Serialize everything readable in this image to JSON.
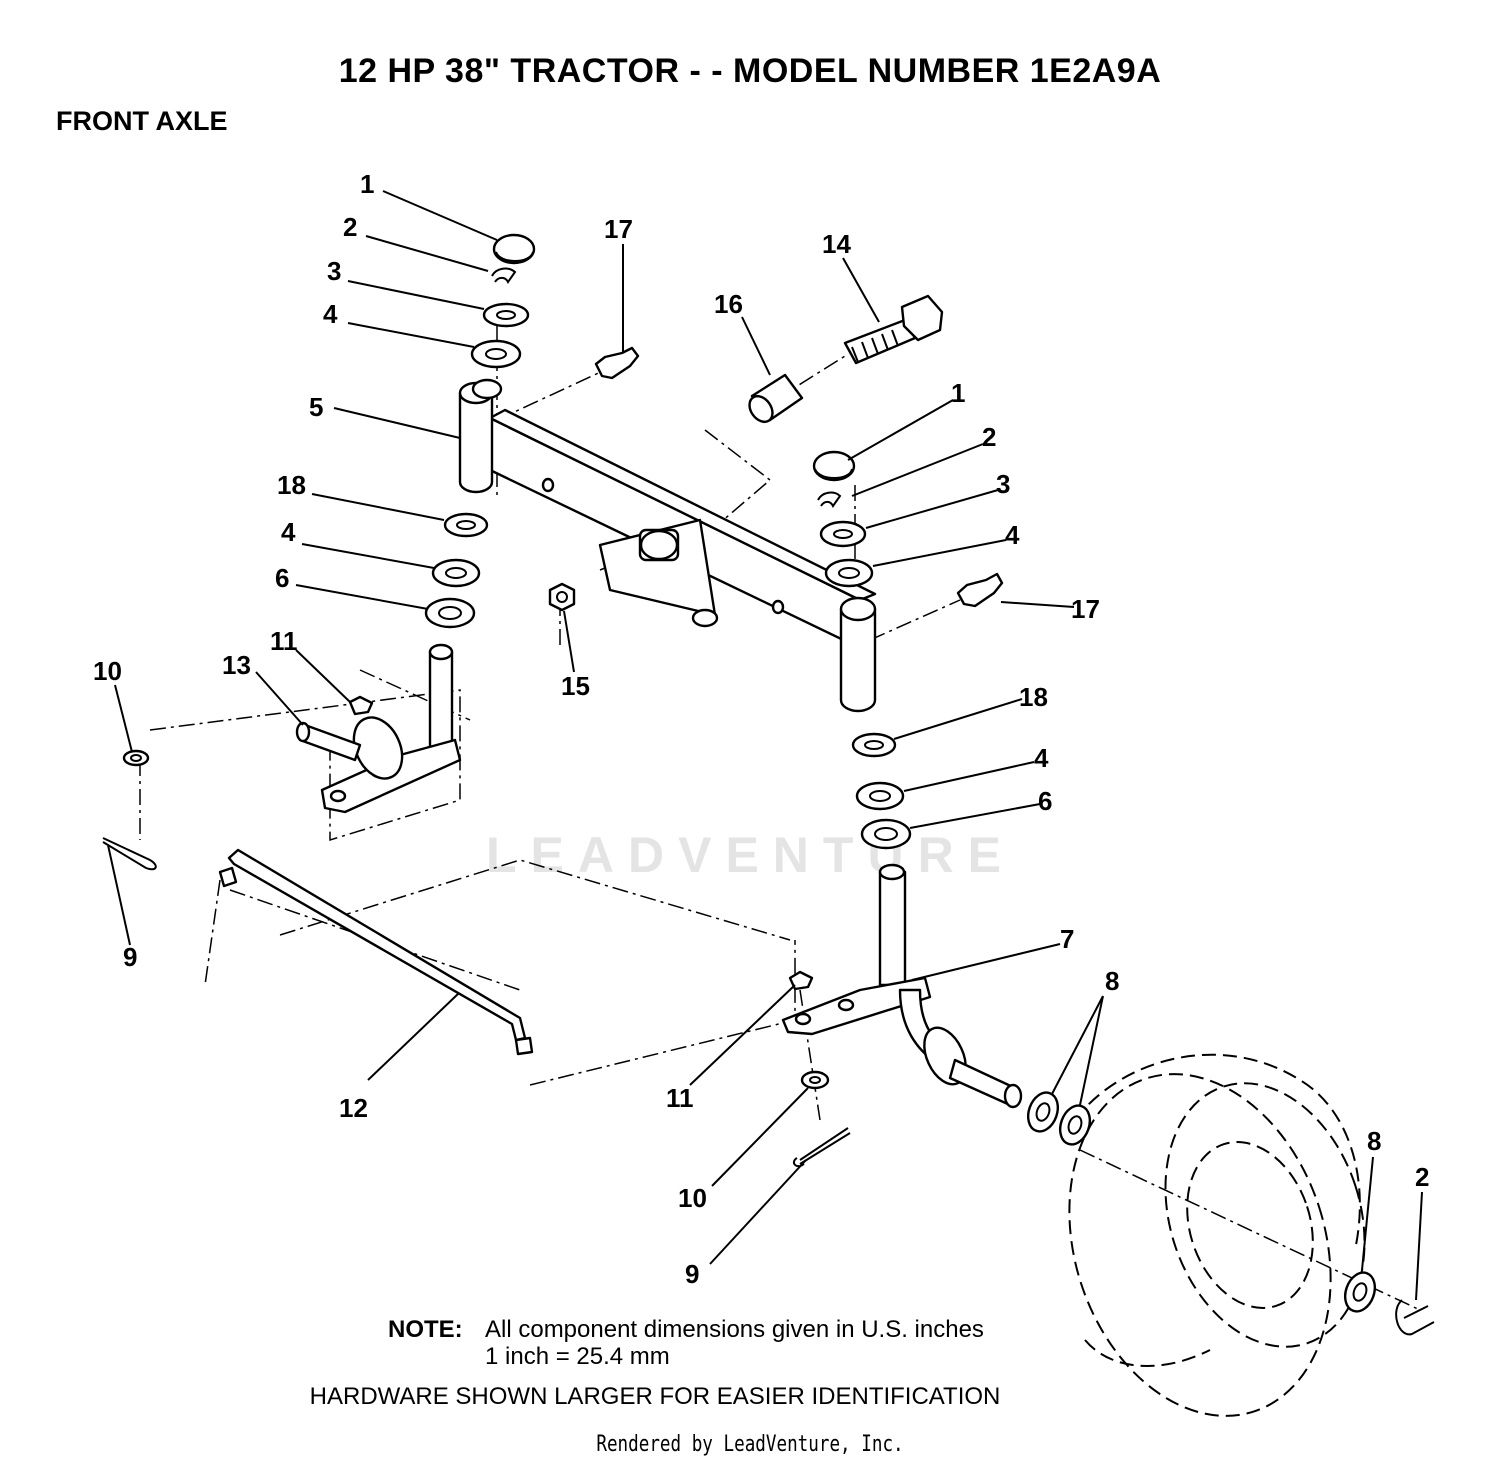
{
  "title": "12 HP 38\" TRACTOR - - MODEL NUMBER 1E2A9A",
  "section": "FRONT AXLE",
  "note": {
    "label": "NOTE:",
    "line1": "All component dimensions given in U.S. inches",
    "line2": "1 inch = 25.4 mm"
  },
  "hardware_note": "HARDWARE SHOWN LARGER FOR EASIER IDENTIFICATION",
  "footer": "Rendered by LeadVenture, Inc.",
  "watermark": "LEADVENTURE",
  "callouts": [
    "1",
    "2",
    "3",
    "4",
    "5",
    "18",
    "4",
    "6",
    "11",
    "13",
    "10",
    "9",
    "12",
    "17",
    "16",
    "14",
    "15",
    "1",
    "2",
    "3",
    "4",
    "17",
    "18",
    "4",
    "6",
    "7",
    "8",
    "11",
    "10",
    "9",
    "8",
    "2"
  ],
  "colors": {
    "ink": "#000000",
    "paper": "#ffffff",
    "watermark": "#e4e4e4"
  }
}
